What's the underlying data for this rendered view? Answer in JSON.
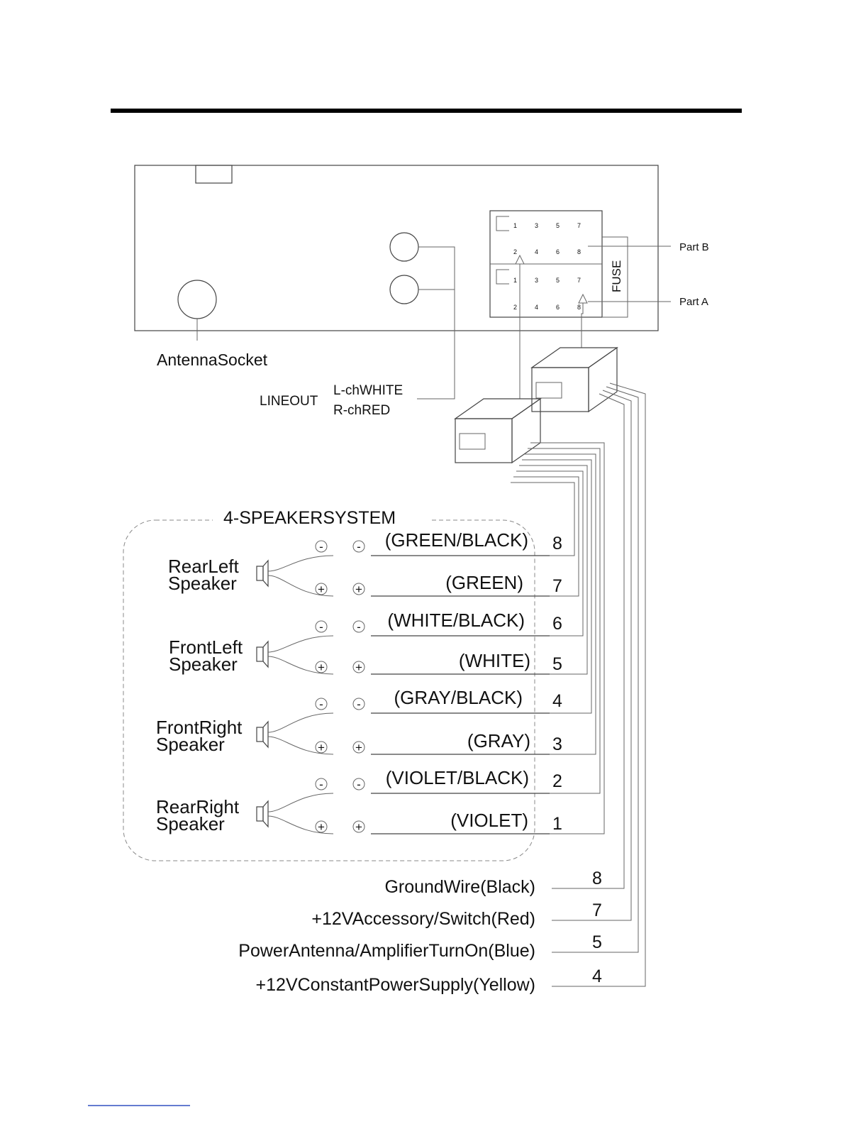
{
  "labels": {
    "antenna_socket": "AntennaSocket",
    "line_out": "LINEOUT",
    "l_ch": "L-chWHITE",
    "r_ch": "R-chRED",
    "part_b": "Part B",
    "part_a": "Part A",
    "fuse": "FUSE",
    "speaker_system": "4-SPEAKERSYSTEM"
  },
  "connector_pins": {
    "row1": [
      "1",
      "3",
      "5",
      "7"
    ],
    "row2": [
      "2",
      "4",
      "6",
      "8"
    ]
  },
  "polarity": {
    "minus": "-",
    "plus": "+"
  },
  "speakers": [
    {
      "line1": "RearLeft",
      "line2": "Speaker"
    },
    {
      "line1": "FrontLeft",
      "line2": "Speaker"
    },
    {
      "line1": "FrontRight",
      "line2": "Speaker"
    },
    {
      "line1": "RearRight",
      "line2": "Speaker"
    }
  ],
  "speaker_wires": [
    {
      "color": "(GREEN/BLACK)",
      "pin": "8"
    },
    {
      "color": "(GREEN)",
      "pin": "7"
    },
    {
      "color": "(WHITE/BLACK)",
      "pin": "6"
    },
    {
      "color": "(WHITE)",
      "pin": "5"
    },
    {
      "color": "(GRAY/BLACK)",
      "pin": "4"
    },
    {
      "color": "(GRAY)",
      "pin": "3"
    },
    {
      "color": "(VIOLET/BLACK)",
      "pin": "2"
    },
    {
      "color": "(VIOLET)",
      "pin": "1"
    }
  ],
  "power_wires": [
    {
      "label": "GroundWire(Black)",
      "pin": "8"
    },
    {
      "label": "+12VAccessory/Switch(Red)",
      "pin": "7"
    },
    {
      "label": "PowerAntenna/AmplifierTurnOn(Blue)",
      "pin": "5"
    },
    {
      "label": "+12VConstantPowerSupply(Yellow)",
      "pin": "4"
    }
  ]
}
